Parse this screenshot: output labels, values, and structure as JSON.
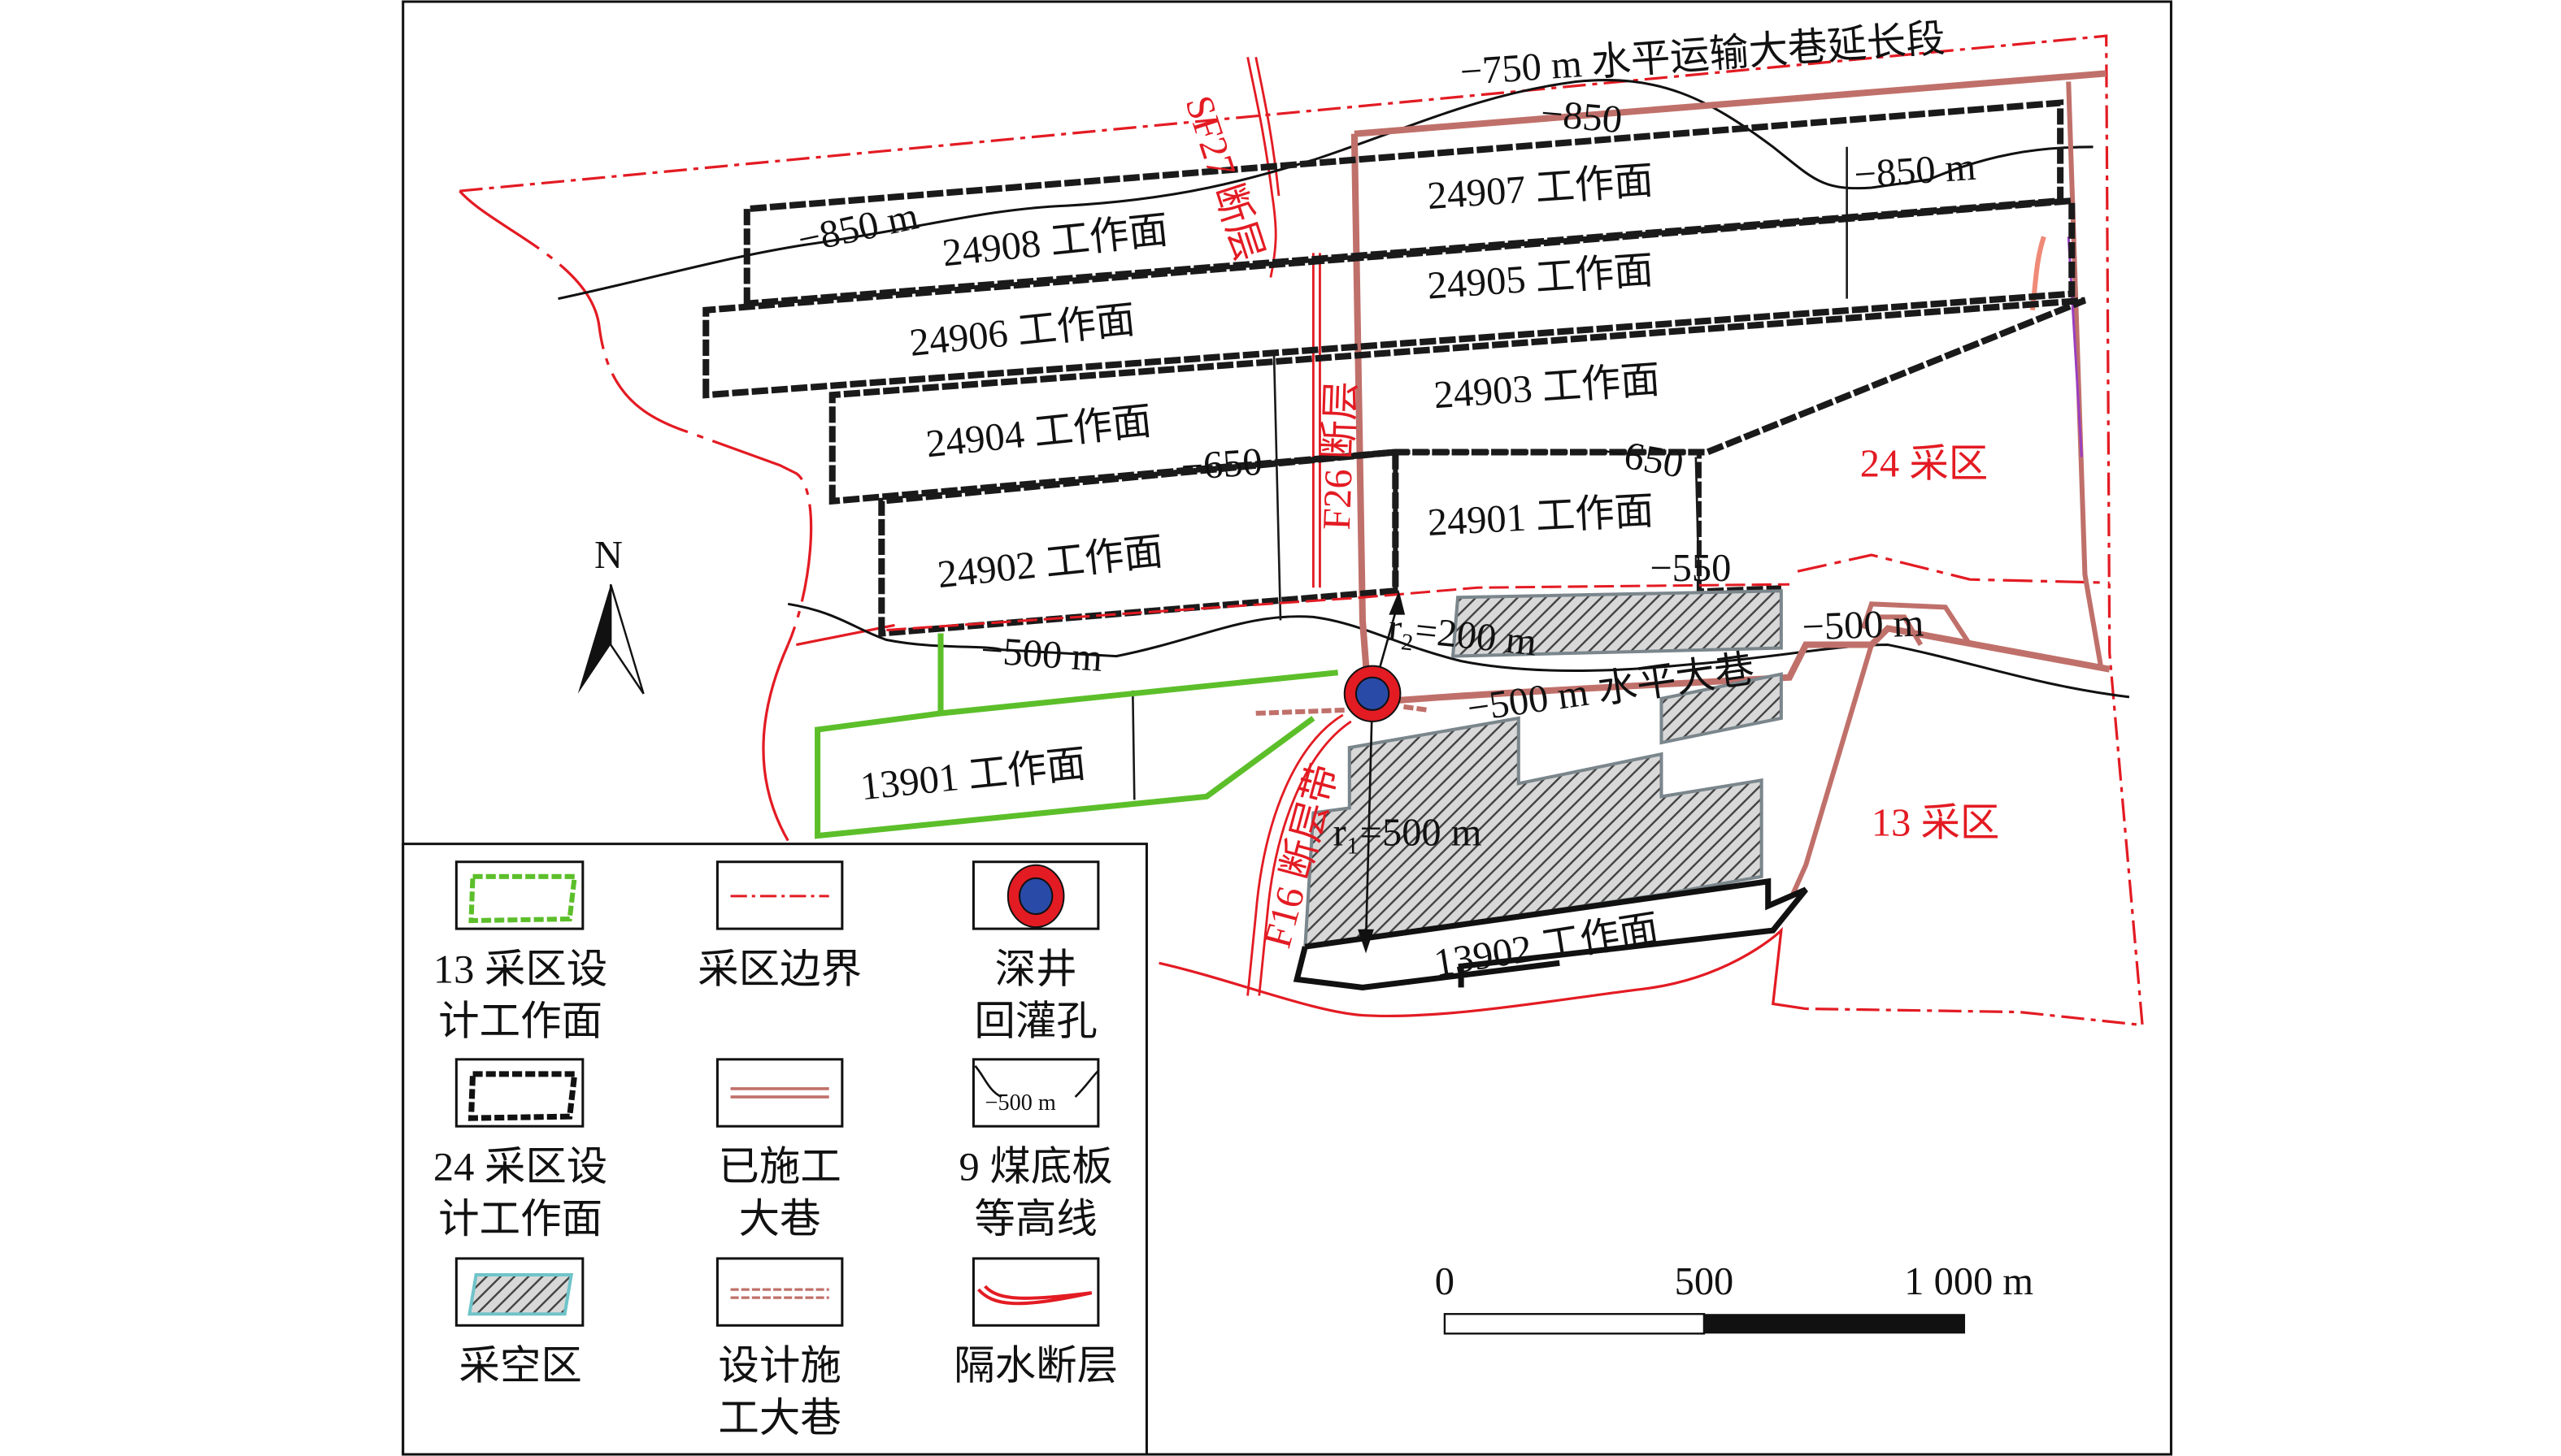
{
  "colors": {
    "boundary": "#e31b23",
    "roadway_built": "#c0706a",
    "workface_13": "#5cbf2a",
    "workface_24": "#111111",
    "gob_border": "#6fc4c9",
    "fault": "#e31b23",
    "well_outer": "#e31b23",
    "well_inner": "#2a4aa8"
  },
  "map": {
    "roadway_title": "−750 m 水平运输大巷延长段",
    "workfaces": {
      "w24908": "24908 工作面",
      "w24907": "24907 工作面",
      "w24906": "24906 工作面",
      "w24905": "24905 工作面",
      "w24904": "24904 工作面",
      "w24903": "24903 工作面",
      "w24902": "24902 工作面",
      "w24901": "24901 工作面",
      "w13901": "13901 工作面",
      "w13902": "13902 工作面"
    },
    "contours": {
      "c850a": "−850",
      "c850b": "−850 m",
      "c850c": "−850 m",
      "c650a": "−650",
      "c650b": "−650",
      "c550": "−550",
      "c500a": "−500 m",
      "c500b": "−500 m"
    },
    "faults": {
      "sf27": "SF27 断层",
      "f26": "F26 断层",
      "f16": "F16 断层带"
    },
    "areas": {
      "a24": "24 采区",
      "a13": "13 采区"
    },
    "annotations": {
      "r2": "r₂=200 m",
      "r1": "r₁=500 m",
      "roadway500": "−500 m 水平大巷"
    }
  },
  "north": {
    "label": "N"
  },
  "scale_bar": {
    "ticks": [
      "0",
      "500",
      "1 000 m"
    ]
  },
  "legend": [
    {
      "icon": "workface-13-icon",
      "lines": [
        "13 采区设",
        "计工作面"
      ]
    },
    {
      "icon": "boundary-line-icon",
      "lines": [
        "采区边界",
        ""
      ]
    },
    {
      "icon": "deep-well-icon",
      "lines": [
        "深井",
        "回灌孔"
      ]
    },
    {
      "icon": "workface-24-icon",
      "lines": [
        "24 采区设",
        "计工作面"
      ]
    },
    {
      "icon": "built-roadway-icon",
      "lines": [
        "已施工",
        "大巷"
      ]
    },
    {
      "icon": "contour-icon",
      "lines": [
        "9 煤底板",
        "等高线"
      ],
      "sample": "−500 m"
    },
    {
      "icon": "gob-icon",
      "lines": [
        "采空区",
        ""
      ]
    },
    {
      "icon": "planned-roadway-icon",
      "lines": [
        "设计施",
        "工大巷"
      ]
    },
    {
      "icon": "fault-icon",
      "lines": [
        "隔水断层",
        ""
      ]
    }
  ]
}
